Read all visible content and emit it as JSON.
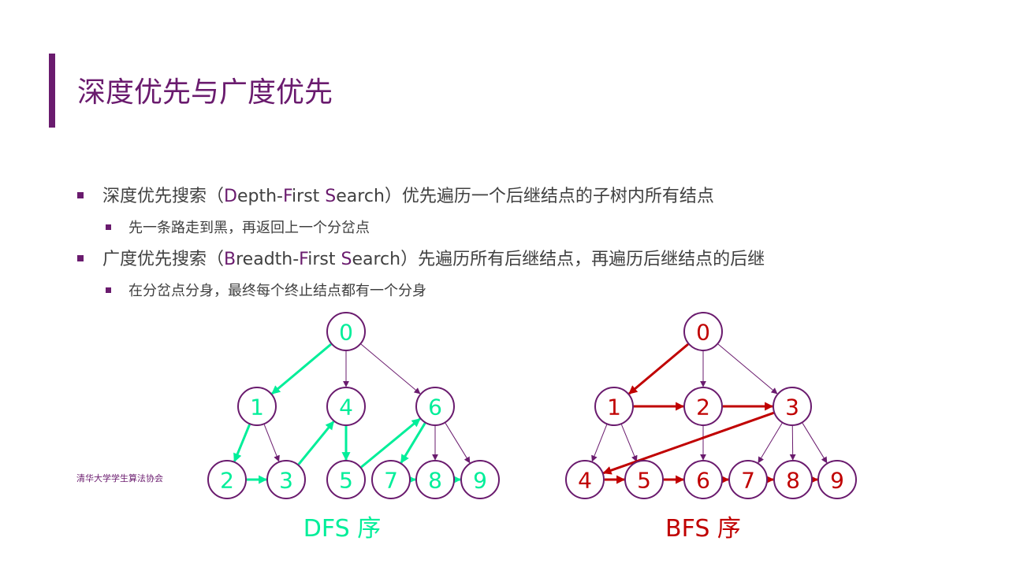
{
  "slide": {
    "title": "深度优先与广度优先",
    "footer": "清华大学学生算法协会"
  },
  "bullets": [
    {
      "level": 1,
      "pre": "深度优先搜索（",
      "w1a": "D",
      "w1b": "epth-",
      "w2a": "F",
      "w2b": "irst ",
      "w3a": "S",
      "w3b": "earch",
      "post": "）优先遍历一个后继结点的子树内所有结点"
    },
    {
      "level": 2,
      "text": "先一条路走到黑，再返回上一个分岔点"
    },
    {
      "level": 1,
      "pre": "广度优先搜索（",
      "w1a": "B",
      "w1b": "readth-",
      "w2a": "F",
      "w2b": "irst ",
      "w3a": "S",
      "w3b": "earch",
      "post": "）先遍历所有后继结点，再遍历后继结点的后继"
    },
    {
      "level": 2,
      "text": "在分岔点分身，最终每个终止结点都有一个分身"
    }
  ],
  "colors": {
    "accent": "#6a1b6e",
    "text": "#404040",
    "dfs": "#00ee99",
    "bfs": "#c00000",
    "edge": "#6a1b6e"
  },
  "graphs": [
    {
      "id": "dfs",
      "caption": "DFS 序",
      "color": "#00ee99",
      "nodes": [
        "0",
        "1",
        "4",
        "6",
        "2",
        "3",
        "5",
        "7",
        "8",
        "9"
      ],
      "tree_edges": [
        [
          "0",
          "1"
        ],
        [
          "0",
          "4"
        ],
        [
          "0",
          "6"
        ],
        [
          "1",
          "2"
        ],
        [
          "1",
          "3"
        ],
        [
          "4",
          "5"
        ],
        [
          "6",
          "7"
        ],
        [
          "6",
          "8"
        ],
        [
          "6",
          "9"
        ]
      ],
      "order_edges": [
        [
          "0",
          "1"
        ],
        [
          "1",
          "2"
        ],
        [
          "2",
          "3"
        ],
        [
          "3",
          "4"
        ],
        [
          "4",
          "5"
        ],
        [
          "5",
          "6"
        ],
        [
          "6",
          "7"
        ],
        [
          "7",
          "8"
        ],
        [
          "8",
          "9"
        ]
      ]
    },
    {
      "id": "bfs",
      "caption": "BFS 序",
      "color": "#c00000",
      "nodes": [
        "0",
        "1",
        "2",
        "3",
        "4",
        "5",
        "6",
        "7",
        "8",
        "9"
      ],
      "tree_edges": [
        [
          "0",
          "1"
        ],
        [
          "0",
          "2"
        ],
        [
          "0",
          "3"
        ],
        [
          "1",
          "4"
        ],
        [
          "1",
          "5"
        ],
        [
          "2",
          "6"
        ],
        [
          "3",
          "7"
        ],
        [
          "3",
          "8"
        ],
        [
          "3",
          "9"
        ]
      ],
      "order_edges": [
        [
          "0",
          "1"
        ],
        [
          "1",
          "2"
        ],
        [
          "2",
          "3"
        ],
        [
          "3",
          "4"
        ],
        [
          "4",
          "5"
        ],
        [
          "5",
          "6"
        ],
        [
          "6",
          "7"
        ],
        [
          "7",
          "8"
        ],
        [
          "8",
          "9"
        ]
      ]
    }
  ]
}
